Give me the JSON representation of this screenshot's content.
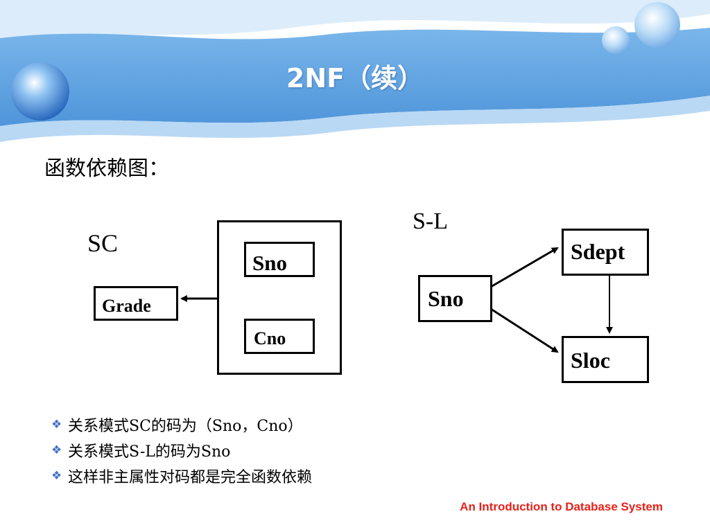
{
  "slide": {
    "title": "2NF（续）",
    "subtitle": "函数依赖图：",
    "footer": "An Introduction to Database System",
    "colors": {
      "header_blue": "#5b9fdf",
      "header_light": "#c6e0f7",
      "footer_red": "#e8211a",
      "bullet_blue": "#4472c4"
    }
  },
  "diagram": {
    "sc": {
      "label": "SC",
      "key_attrs": [
        "Sno",
        "Cno"
      ],
      "dependent": "Grade"
    },
    "sl": {
      "label": "S-L",
      "source": "Sno",
      "targets": [
        "Sdept",
        "Sloc"
      ]
    },
    "edges": [
      {
        "from": "(Sno, Cno)",
        "to": "Grade"
      },
      {
        "from": "Sno",
        "to": "Sdept"
      },
      {
        "from": "Sno",
        "to": "Sloc"
      },
      {
        "from": "Sdept",
        "to": "Sloc"
      }
    ]
  },
  "bullets": {
    "icon": "diamond-bullet-icon",
    "items": [
      "关系模式SC的码为（Sno，Cno）",
      "关系模式S-L的码为Sno",
      "这样非主属性对码都是完全函数依赖"
    ]
  }
}
